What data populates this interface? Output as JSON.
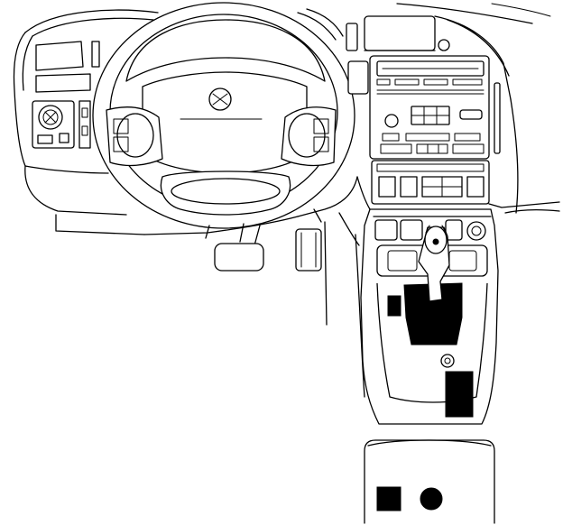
{
  "colors": {
    "background": "#ffffff",
    "line": "#000000",
    "marker": "#000000"
  },
  "diagram": {
    "subject": "vehicle-interior-dashboard-line-drawing",
    "highlighted_components": [
      {
        "id": "shift-lever-boot",
        "icon": "black-filled-region"
      },
      {
        "id": "left-shift-switch",
        "icon": "black-filled-region"
      },
      {
        "id": "console-switch-block",
        "icon": "black-filled-region"
      },
      {
        "id": "console-square-button",
        "icon": "black-filled-region"
      },
      {
        "id": "console-round-button",
        "icon": "black-filled-circle"
      }
    ]
  }
}
